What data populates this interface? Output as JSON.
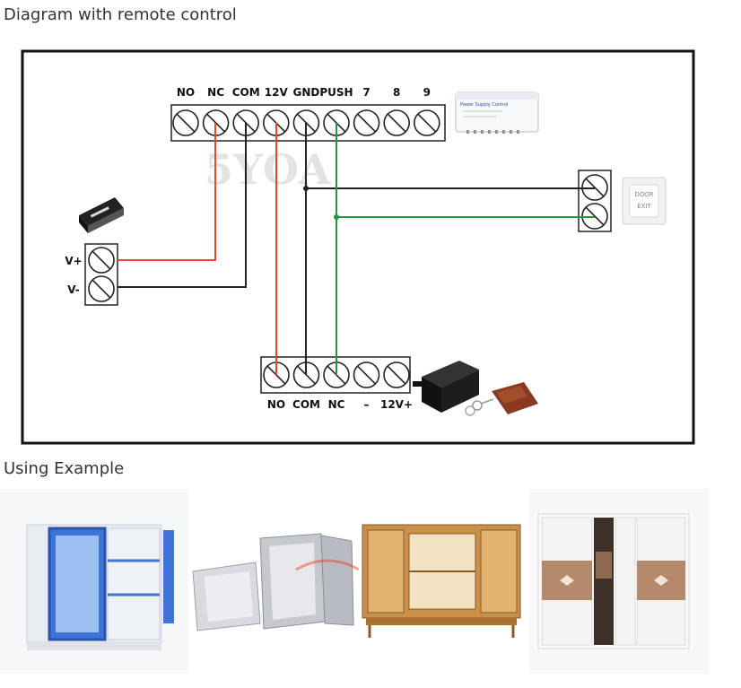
{
  "headings": {
    "diagram": "Diagram with remote control",
    "example": "Using Example"
  },
  "watermark": "5YOA",
  "controller": {
    "terminals": [
      "NO",
      "NC",
      "COM",
      "12V",
      "GND",
      "PUSH",
      "7",
      "8",
      "9"
    ],
    "module_label": "Power Supply Control"
  },
  "lock": {
    "terminals": [
      "V+",
      "V-"
    ]
  },
  "exit_button": {
    "label_top": "DOOR",
    "label_bottom": "EXIT"
  },
  "receiver": {
    "terminals": [
      "NO",
      "COM",
      "NC",
      "–",
      "12V+"
    ]
  },
  "wire_colors": {
    "red": "#e8452c",
    "black": "#222222",
    "green": "#1c9a3c"
  },
  "examples": [
    {
      "name": "blue glass cabinet"
    },
    {
      "name": "electrical box"
    },
    {
      "name": "wooden cabinet"
    },
    {
      "name": "wardrobe"
    }
  ]
}
